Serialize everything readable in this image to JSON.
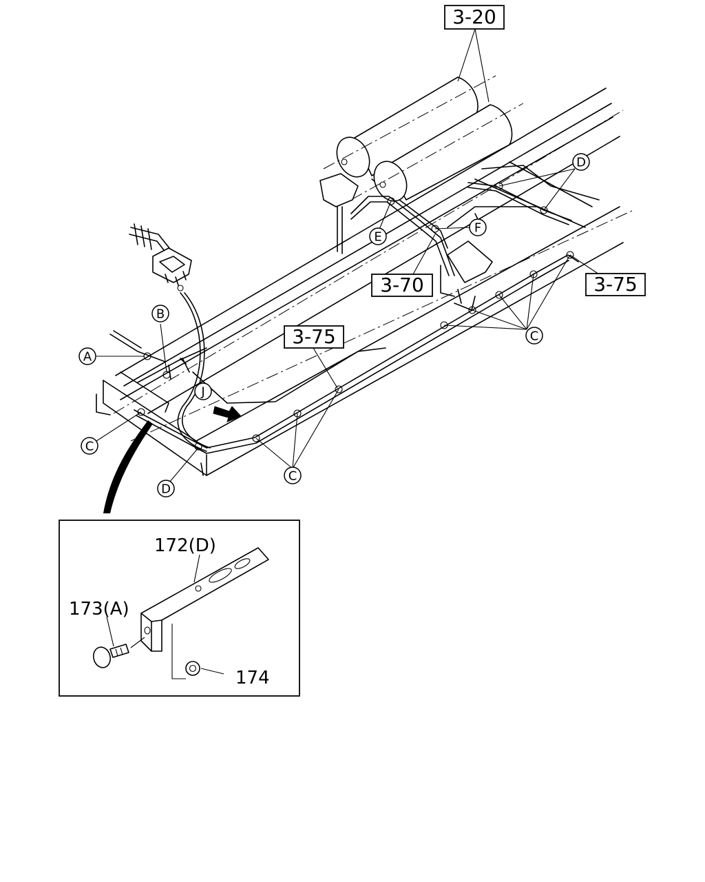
{
  "refs": {
    "air_tanks": "3-20",
    "lines_center": "3-70",
    "lines_right": "3-75",
    "lines_left": "3-75"
  },
  "callouts": {
    "A": "A",
    "B": "B",
    "C": "C",
    "D": "D",
    "E": "E",
    "F": "F",
    "J": "J"
  },
  "detail": {
    "bracket": "172(D)",
    "bolt": "173(A)",
    "nut": "174"
  }
}
